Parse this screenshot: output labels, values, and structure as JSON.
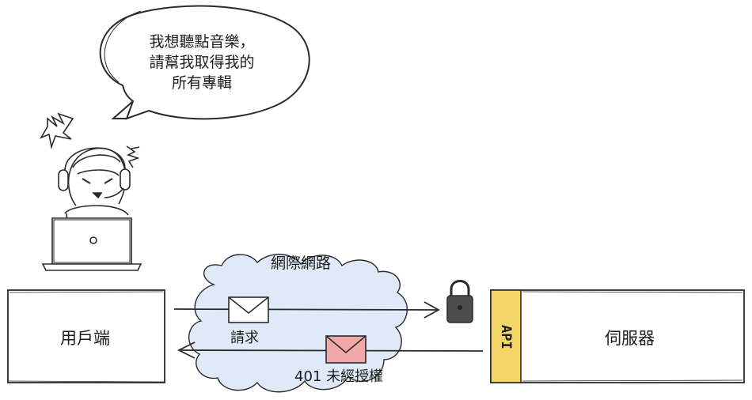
{
  "speech_bubble": {
    "lines": [
      "我想聽點音樂，",
      "請幫我取得我的",
      "所有專輯"
    ]
  },
  "cloud_label": "網際網路",
  "client_label": "用戶端",
  "server_label": "伺服器",
  "api_label": "API",
  "request_label": "請求",
  "response_label": "401 未經授權",
  "colors": {
    "stroke": "#2a2a2a",
    "cloud_fill": "#dfe9f7",
    "api_fill": "#f5d568",
    "envelope_request": "#ffffff",
    "envelope_response": "#f0a8a8",
    "lock": "#4d4d4d"
  },
  "icons": [
    "person-icon",
    "headset-icon",
    "laptop-icon",
    "anger-mark-icon",
    "lock-icon",
    "envelope-icon"
  ]
}
